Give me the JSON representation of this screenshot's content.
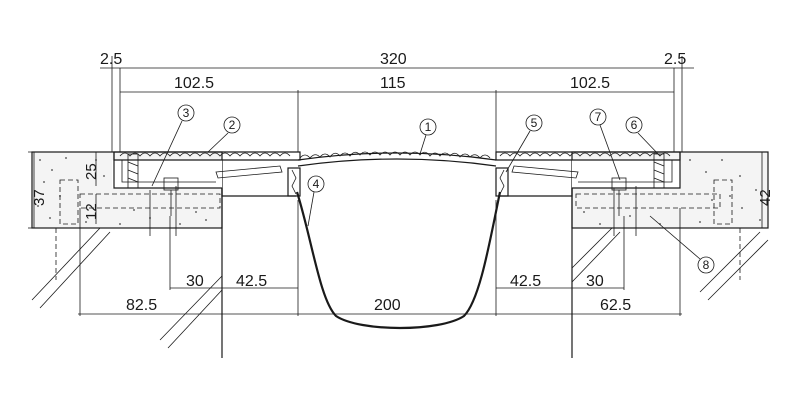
{
  "dimensions": {
    "top_left_gap": "2.5",
    "top_total": "320",
    "top_right_gap": "2.5",
    "left_plate": "102.5",
    "center_plate": "115",
    "right_plate": "102.5",
    "height_25": "25",
    "height_37": "37",
    "height_12": "12",
    "height_42": "42",
    "bottom_left_30": "30",
    "bottom_left_42_5": "42.5",
    "bottom_right_42_5": "42.5",
    "bottom_right_30": "30",
    "bottom_left_82_5": "82.5",
    "bottom_gap_200": "200",
    "bottom_right_62_5": "62.5"
  },
  "callouts": [
    "1",
    "2",
    "3",
    "4",
    "5",
    "6",
    "7",
    "8"
  ],
  "colors": {
    "line": "#1a1a1a",
    "concrete_fill": "#f4f4f4"
  }
}
